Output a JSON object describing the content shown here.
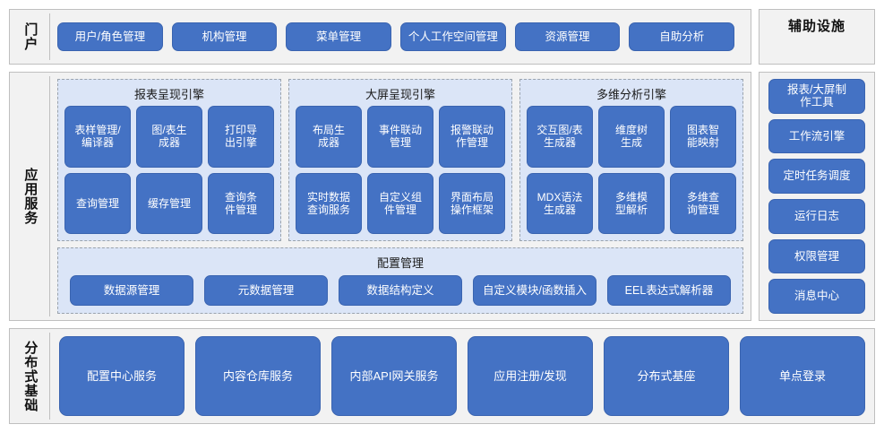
{
  "portal": {
    "title": "门户",
    "items": [
      {
        "label": "用户/角色管理"
      },
      {
        "label": "机构管理"
      },
      {
        "label": "菜单管理"
      },
      {
        "label": "个人工作空间管理"
      },
      {
        "label": "资源管理"
      },
      {
        "label": "自助分析"
      }
    ]
  },
  "aux": {
    "title": "辅助设施",
    "items": [
      {
        "label": "报表/大屏制\n作工具"
      },
      {
        "label": "工作流引擎"
      },
      {
        "label": "定时任务调度"
      },
      {
        "label": "运行日志"
      },
      {
        "label": "权限管理"
      },
      {
        "label": "消息中心"
      }
    ]
  },
  "app_service": {
    "title": "应用服务",
    "engines": [
      {
        "title": "报表呈现引擎",
        "items": [
          {
            "label": "表样管理/\n编译器"
          },
          {
            "label": "图/表生\n成器"
          },
          {
            "label": "打印导\n出引擎"
          },
          {
            "label": "查询管理"
          },
          {
            "label": "缓存管理"
          },
          {
            "label": "查询条\n件管理"
          }
        ]
      },
      {
        "title": "大屏呈现引擎",
        "items": [
          {
            "label": "布局生\n成器"
          },
          {
            "label": "事件联动\n管理"
          },
          {
            "label": "报警联动\n作管理"
          },
          {
            "label": "实时数据\n查询服务"
          },
          {
            "label": "自定义组\n件管理"
          },
          {
            "label": "界面布局\n操作框架"
          }
        ]
      },
      {
        "title": "多维分析引擎",
        "items": [
          {
            "label": "交互图/表\n生成器"
          },
          {
            "label": "维度树\n生成"
          },
          {
            "label": "图表智\n能映射"
          },
          {
            "label": "MDX语法\n生成器"
          },
          {
            "label": "多维模\n型解析"
          },
          {
            "label": "多维查\n询管理"
          }
        ]
      }
    ],
    "config": {
      "title": "配置管理",
      "items": [
        {
          "label": "数据源管理"
        },
        {
          "label": "元数据管理"
        },
        {
          "label": "数据结构定义"
        },
        {
          "label": "自定义模块/函数插入"
        },
        {
          "label": "EEL表达式解析器"
        }
      ]
    }
  },
  "infrastructure": {
    "title": "分布式基础",
    "items": [
      {
        "label": "配置中心服务"
      },
      {
        "label": "内容仓库服务"
      },
      {
        "label": "内部API网关服务"
      },
      {
        "label": "应用注册/发现"
      },
      {
        "label": "分布式基座"
      },
      {
        "label": "单点登录"
      }
    ]
  },
  "colors": {
    "button_fill": "#4472c4",
    "panel_background": "#dbe5f7",
    "section_background": "#f2f2f2",
    "section_border": "#bfbfbf",
    "text_light": "#ffffff",
    "text_dark": "#111111"
  }
}
